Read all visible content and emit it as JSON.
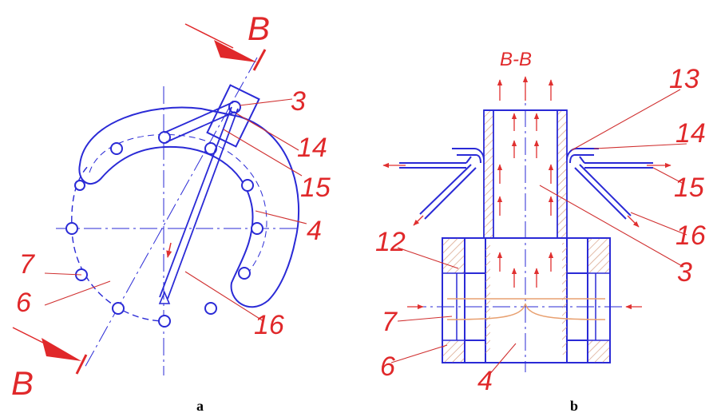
{
  "colors": {
    "drawing": "#2a2ad6",
    "labels": "#e0282a",
    "leader": "#d03030",
    "flow": "#e03030",
    "guide": "#e8a070",
    "caption": "#000000"
  },
  "figure_a": {
    "caption": "a",
    "section_mark_top": "B",
    "section_mark_bottom": "B",
    "labels": {
      "n3": "3",
      "n14": "14",
      "n15": "15",
      "n4": "4",
      "n7": "7",
      "n6": "6",
      "n16": "16"
    }
  },
  "figure_b": {
    "caption": "b",
    "section_title": "B-B",
    "labels": {
      "n13": "13",
      "n14": "14",
      "n15": "15",
      "n16": "16",
      "n3": "3",
      "n12": "12",
      "n7": "7",
      "n6": "6",
      "n4": "4"
    }
  }
}
